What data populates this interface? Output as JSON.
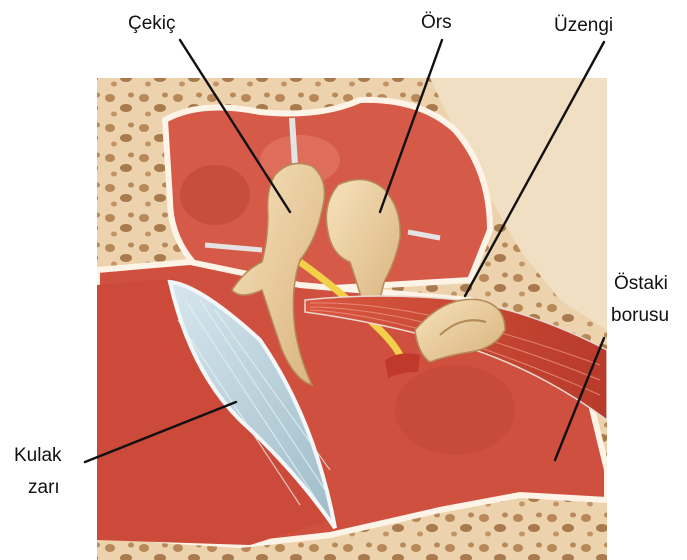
{
  "labels": {
    "malleus": "Çekiç",
    "incus": "Örs",
    "stapes": "Üzengi",
    "eustachian_line1": "Östaki",
    "eustachian_line2": "borusu",
    "eardrum_line1": "Kulak",
    "eardrum_line2": "zarı"
  }
}
